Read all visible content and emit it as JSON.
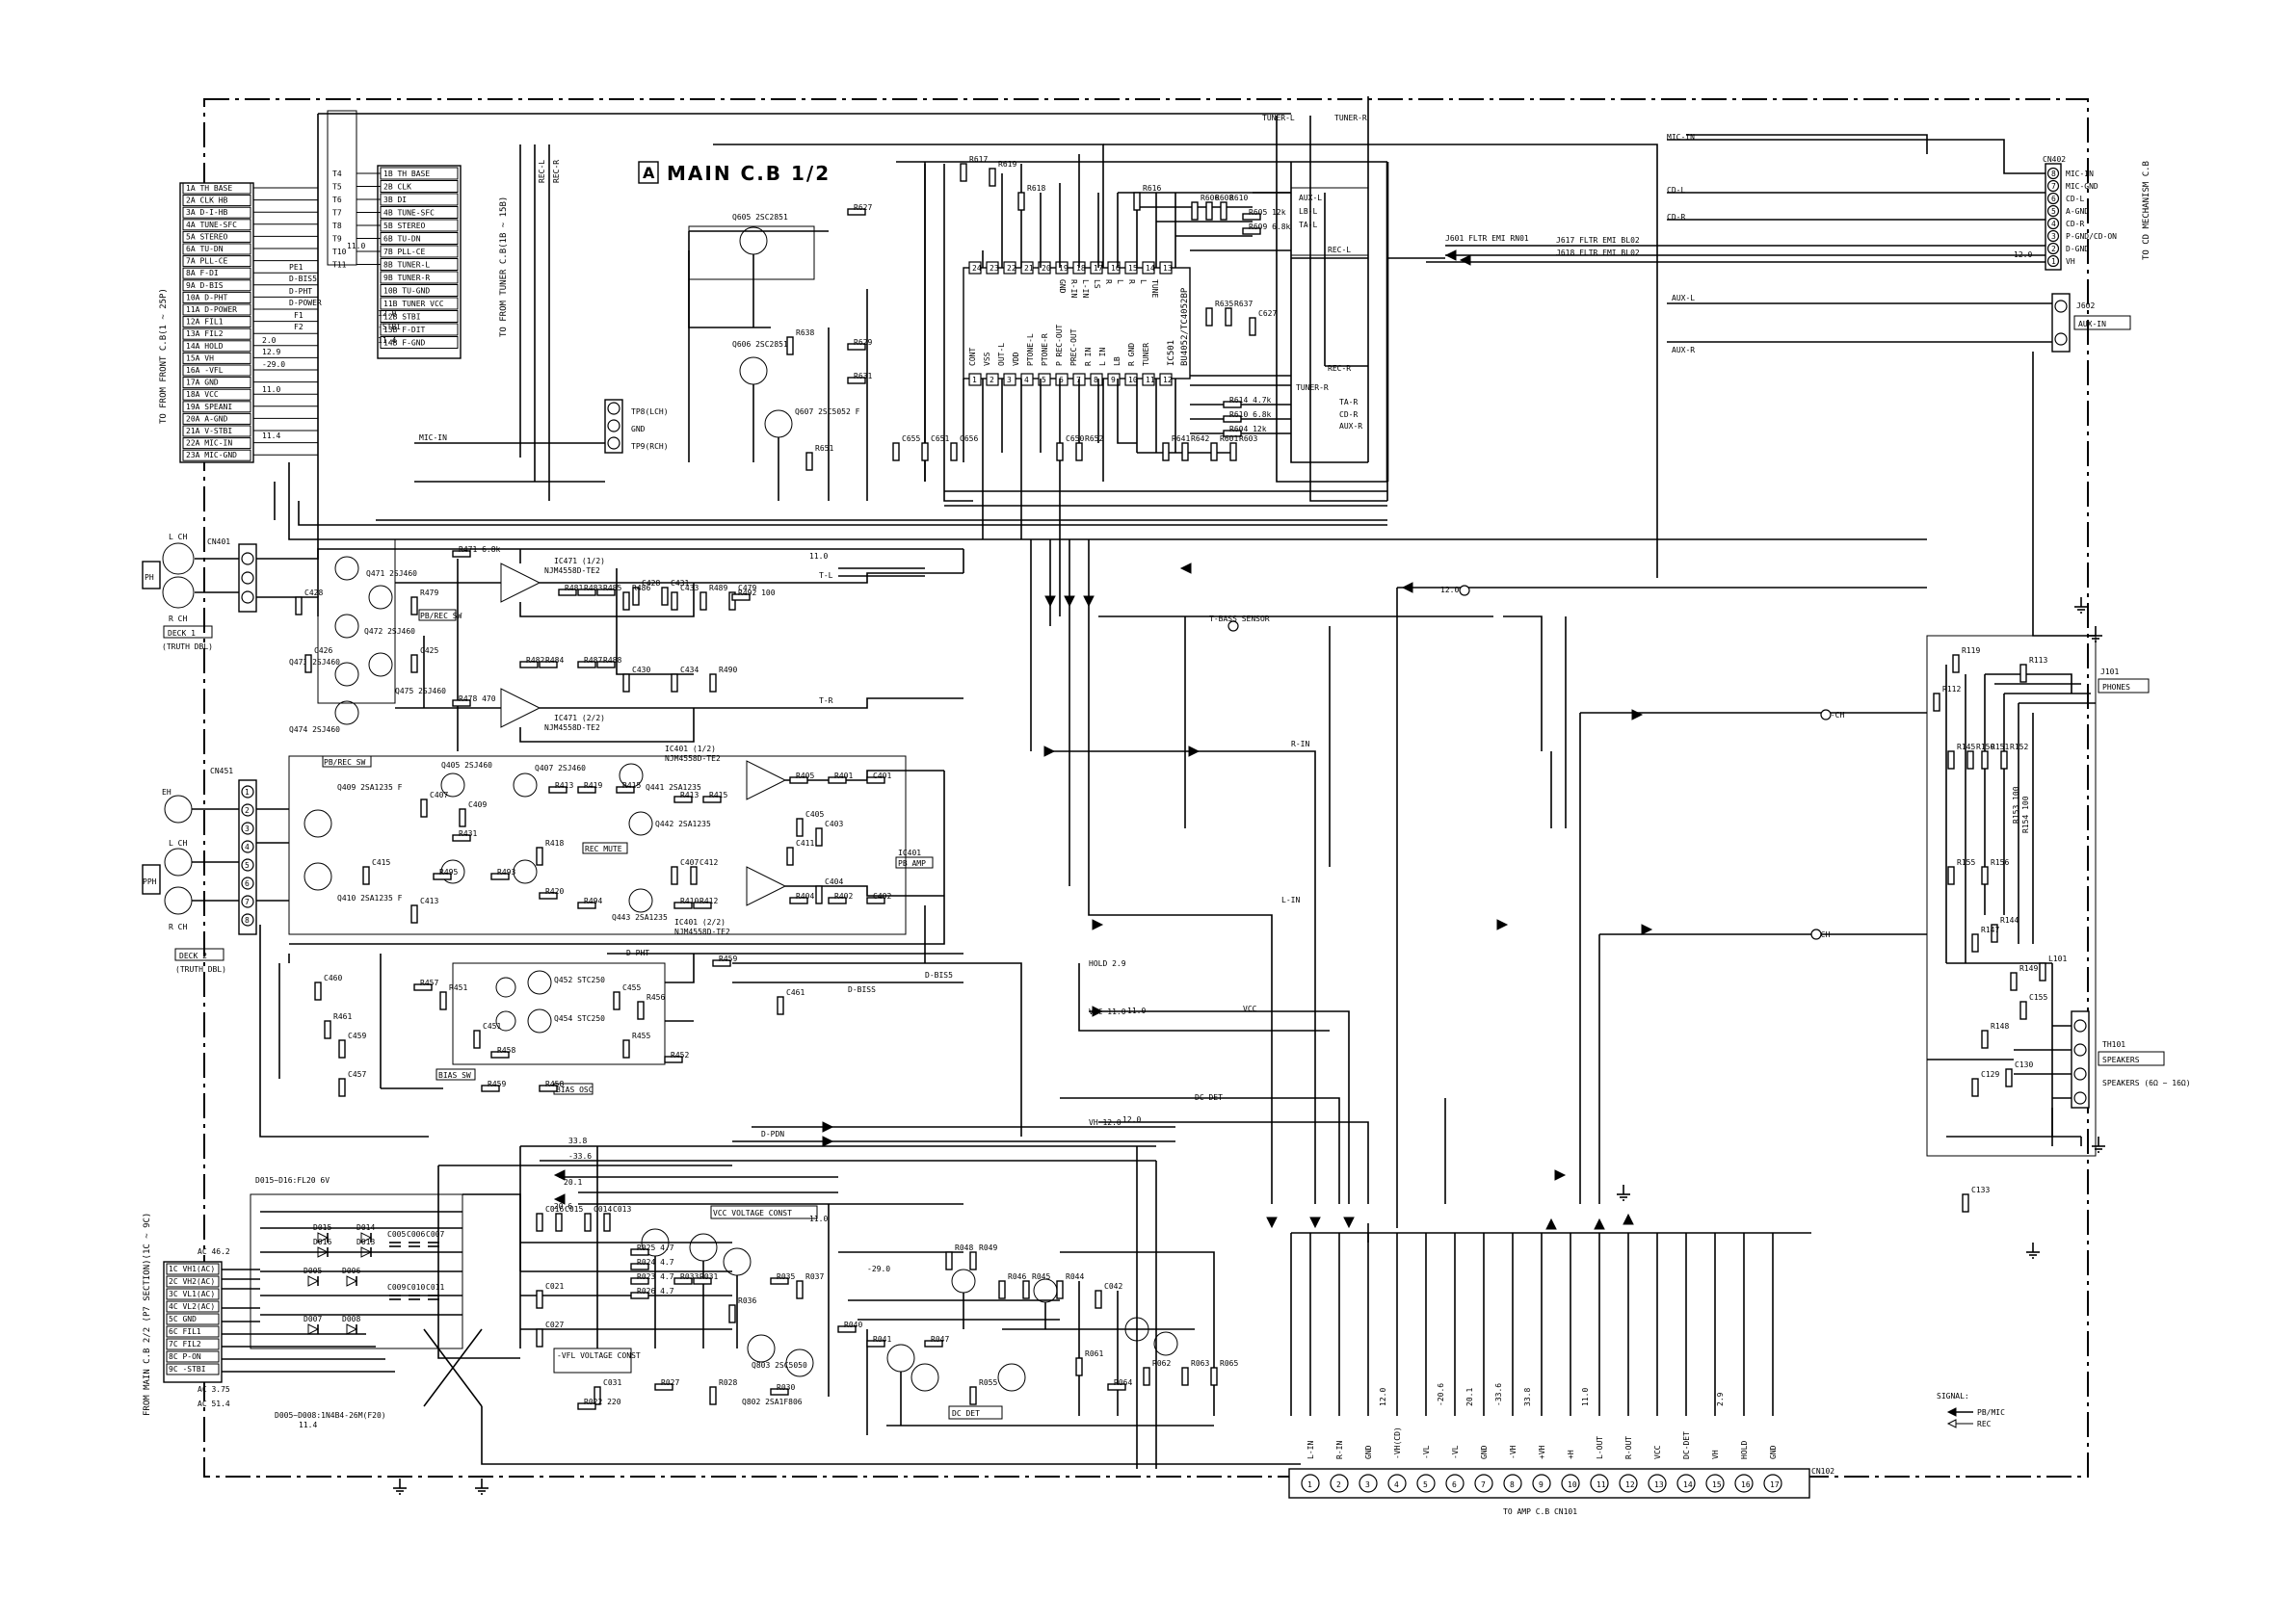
{
  "title": {
    "badge": "A",
    "text": "MAIN C.B 1/2"
  },
  "front_connector": {
    "caption": "TO FROM FRONT C.B(1 ~ 25P)",
    "pins": [
      "1A TH BASE",
      "2A CLK HB",
      "3A D-I-HB",
      "4A TUNE-SFC",
      "5A STEREO",
      "6A TU-DN",
      "7A PLL-CE",
      "8A F-DI",
      "9A D-BIS",
      "10A D-PHT",
      "11A D-POWER",
      "12A FIL1",
      "13A FIL2",
      "14A HOLD",
      "15A VH",
      "16A -VFL",
      "17A GND",
      "18A VCC",
      "19A SPEANI",
      "20A A-GND",
      "21A V-STBI",
      "22A MIC-IN",
      "23A MIC-GND"
    ],
    "values": [
      "PE1",
      "D-BIS5",
      "D-PHT",
      "D-POWER",
      "F1",
      "F2",
      "2.0",
      "12.9",
      "-29.0",
      "11.0",
      "11.4"
    ]
  },
  "tuner_connector": {
    "caption": "TO FROM TUNER C.B(1B ~ 15B)",
    "pins": [
      "1B TH BASE",
      "2B CLK",
      "3B DI",
      "4B TUNE-SFC",
      "5B STEREO",
      "6B TU-DN",
      "7B PLL-CE",
      "8B TUNER-L",
      "9B TUNER-R",
      "10B TU-GND",
      "11B TUNER VCC",
      "12B STBI",
      "13B F-DIT",
      "14B F-GND"
    ],
    "rows": [
      "T4",
      "T5",
      "T6",
      "T7",
      "T8",
      "T9",
      "T10",
      "T11"
    ],
    "values": [
      "12.0",
      "11.0",
      "-STBI",
      "11.4"
    ]
  },
  "ic_main": {
    "name": "IC501",
    "part": "BU4052/TC4052BP",
    "left_pins": [
      "CONT",
      "VSS",
      "OUT-L",
      "VDD",
      "PTONE-L",
      "PTONE-R",
      "P REC-OUT",
      "PREC-OUT",
      "R IN",
      "L IN",
      "LB",
      "R GND",
      "TUNER"
    ],
    "right_pins": [
      "GND",
      "R-IN",
      "L-IN",
      "LS",
      "R",
      "L",
      "R",
      "L",
      "TUNE"
    ]
  },
  "right_connector": {
    "name": "CN402",
    "caption": "TO CD MECHANISM C.B",
    "pins": [
      "MIC-IN",
      "MIC-GND",
      "CD-L",
      "A-GND",
      "CD-R",
      "P-GND/CD-ON",
      "D-GND",
      "VH"
    ],
    "values": [
      "12.0"
    ]
  },
  "jack_aux": {
    "name": "J602",
    "label": "AUX-IN",
    "signals": [
      "AUX-L",
      "AUX-R"
    ]
  },
  "phones": {
    "name": "J101",
    "label": "PHONES"
  },
  "speakers": {
    "name": "TH101",
    "label": "SPEAKERS",
    "sub": "SPEAKERS (6Ω ~ 16Ω)"
  },
  "deck1": {
    "label": "DECK 1",
    "sub": "(TRUTH DBL)",
    "connector": "CN401",
    "channels": [
      "L CH",
      "R CH"
    ],
    "head": "PH"
  },
  "deck2": {
    "label": "DECK 2",
    "sub": "(TRUTH DBL)",
    "connector": "CN451",
    "channels": [
      "EH",
      "L CH",
      "R CH"
    ],
    "head": "PPH"
  },
  "opamps": [
    {
      "name": "IC471 (1/2)",
      "part": "NJM4558D-TE2"
    },
    {
      "name": "IC471 (2/2)",
      "part": "NJM4558D-TE2"
    },
    {
      "name": "IC401 (1/2)",
      "part": "NJM4558D-TE2"
    },
    {
      "name": "IC401 (2/2)",
      "part": "NJM4558D-TE2"
    }
  ],
  "labels": {
    "pb_rec_sw": "PB/REC SW",
    "rec_mute": "REC MUTE",
    "pb_amp": "PB AMP",
    "bias_sw": "BIAS SW",
    "bias_osc": "BIAS OSC",
    "vcc_control": "VCC VOLTAGE CONST",
    "vfl_control": "-VFL VOLTAGE CONST",
    "dc_det": "DC DET",
    "t_bass": "T-BASS SENSOR",
    "hold": "HOLD 2.9",
    "vcc": "VCC 11.0",
    "vh": "VH 12.0",
    "dc_det_signal": "DC-DET",
    "d_pon": "D-PDN",
    "d_pht": "D-PHT",
    "d_bis5": "D-BIS5",
    "d_biss": "D-BISS",
    "tuner_l": "TUNER-L",
    "tuner_r": "TUNER-R",
    "rec_l": "REC-L",
    "rec_r": "REC-R",
    "mic_in": "MIC-IN",
    "cd_l": "CD-L",
    "cd_r": "CD-R",
    "aux_l": "AUX-L",
    "aux_r": "AUX-R",
    "r_in": "R-IN",
    "l_in": "L-IN",
    "l_ch": "L-CH",
    "r_ch": "R-CH",
    "t_l": "T-L",
    "t_r": "T-R",
    "x12": "12.0",
    "diode_note": "D015~D16:FL20 6V",
    "diode_note2": "D005~D008:1N4B4-26M(F20)"
  },
  "power_connector": {
    "caption": "FROM MAIN C.B 2/2 (P7 SECTION)(1C ~ 9C)",
    "pins": [
      "1C VH1(AC)",
      "2C VH2(AC)",
      "3C VL1(AC)",
      "4C VL2(AC)",
      "5C GND",
      "6C FIL1",
      "7C FIL2",
      "8C P-ON",
      "9C -STBI"
    ],
    "values": [
      "AC 46.2",
      "AC 3.75",
      "AC 51.4",
      "11.4"
    ]
  },
  "rails": [
    "33.8",
    "-33.6",
    "20.1",
    "-20.6",
    "11.0",
    "-29.0",
    "12.0",
    "11.0"
  ],
  "amp_connector": {
    "name": "CN102",
    "caption": "TO AMP C.B CN101",
    "pins": [
      "L-IN",
      "R-IN",
      "GND",
      "-VH(CD)",
      "-VL",
      "-VL",
      "GND",
      "-VH",
      "+VH",
      "+H",
      "L-OUT",
      "R-OUT",
      "VCC",
      "DC-DET",
      "VH",
      "HOLD",
      "GND"
    ],
    "values": [
      "12.0",
      "-20.6",
      "20.1",
      "-33.6",
      "33.8",
      "11.0",
      "2.9"
    ],
    "pin_numbers": [
      "1",
      "2",
      "3",
      "4",
      "5",
      "6",
      "7",
      "8",
      "9",
      "10",
      "11",
      "12",
      "13",
      "14",
      "15",
      "16",
      "17"
    ]
  },
  "legend": {
    "title": "SIGNAL:",
    "items": [
      "PB/MIC",
      "REC"
    ]
  },
  "transistors": [
    "Q605 2SC2851",
    "Q606 2SC2851",
    "Q607 2SC5052 F",
    "Q471 2SJ460",
    "Q472 2SJ460",
    "Q473 2SJ460",
    "Q474 2SJ460",
    "Q475 2SJ460",
    "Q405 2SJ460",
    "Q407 2SJ460",
    "Q409 2SA1235 F",
    "Q410 2SA1235 F",
    "Q441 2SA1235",
    "Q442 2SA1235",
    "Q443 2SA1235",
    "Q452 STC250",
    "Q454 STC250",
    "Q802 2SA1F806",
    "Q803 2SC5050"
  ]
}
